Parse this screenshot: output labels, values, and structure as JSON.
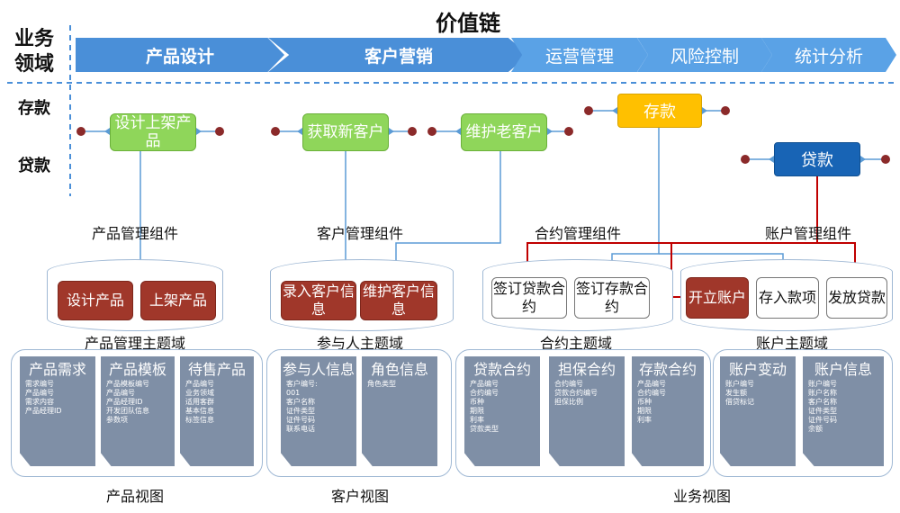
{
  "title": "价值链",
  "left_header": "业务\n领域",
  "rows": {
    "deposit": "存款",
    "loan": "贷款"
  },
  "chain": [
    {
      "label": "产品设计"
    },
    {
      "label": "客户营销"
    },
    {
      "label": "运营管理"
    },
    {
      "label": "风险控制"
    },
    {
      "label": "统计分析"
    }
  ],
  "nodes": {
    "design_launch": "设计上架产品",
    "acquire_customer": "获取新客户",
    "maintain_customer": "维护老客户",
    "deposit": "存款",
    "loan": "贷款"
  },
  "components": {
    "product": "产品管理组件",
    "customer": "客户管理组件",
    "contract": "合约管理组件",
    "account": "账户管理组件"
  },
  "functions": {
    "design_product": "设计产品",
    "launch_product": "上架产品",
    "enter_customer": "录入客户信息",
    "maintain_info": "维护客户信息",
    "sign_loan": "签订贷款合约",
    "sign_deposit": "签订存款合约",
    "open_account": "开立账户",
    "deposit_funds": "存入款项",
    "issue_loan": "发放贷款"
  },
  "domains": {
    "product": "产品管理主题域",
    "party": "参与人主题域",
    "contract": "合约主题域",
    "account": "账户主题域"
  },
  "entities": [
    {
      "title": "产品需求",
      "fields": [
        "需求编号",
        "产品编号",
        "需求内容",
        "产品经理ID"
      ]
    },
    {
      "title": "产品模板",
      "fields": [
        "产品模板编号",
        "产品编号",
        "产品经理ID",
        "开发团队信息",
        "参数项"
      ]
    },
    {
      "title": "待售产品",
      "fields": [
        "产品编号",
        "业务领域",
        "适用客群",
        "基本信息",
        "标签信息"
      ]
    },
    {
      "title": "参与人信息",
      "fields": [
        "客户编号:",
        "001",
        "客户名称",
        "证件类型",
        "证件号码",
        "联系电话"
      ]
    },
    {
      "title": "角色信息",
      "fields": [
        "角色类型"
      ]
    },
    {
      "title": "贷款合约",
      "fields": [
        "产品编号",
        "合约编号",
        "币种",
        "期限",
        "利率",
        "贷款类型"
      ]
    },
    {
      "title": "担保合约",
      "fields": [
        "合约编号",
        "贷款合约编号",
        "担保比例"
      ]
    },
    {
      "title": "存款合约",
      "fields": [
        "产品编号",
        "合约编号",
        "币种",
        "期限",
        "利率"
      ]
    },
    {
      "title": "账户变动",
      "fields": [
        "账户编号",
        "发生额",
        "借贷标记"
      ]
    },
    {
      "title": "账户信息",
      "fields": [
        "账户编号",
        "账户名称",
        "客户名称",
        "证件类型",
        "证件号码",
        "余额"
      ]
    }
  ],
  "views": {
    "product": "产品视图",
    "customer": "客户视图",
    "business": "业务视图"
  },
  "colors": {
    "chevron": "#4a8fd8",
    "green": "#8fd65a",
    "orange": "#ffc000",
    "blue": "#1864b5",
    "red_box": "#a0372a",
    "doc": "#7f8fa6",
    "connector_blue": "#5b9bd5",
    "connector_red": "#c00000",
    "dot": "#8b2a2a"
  }
}
